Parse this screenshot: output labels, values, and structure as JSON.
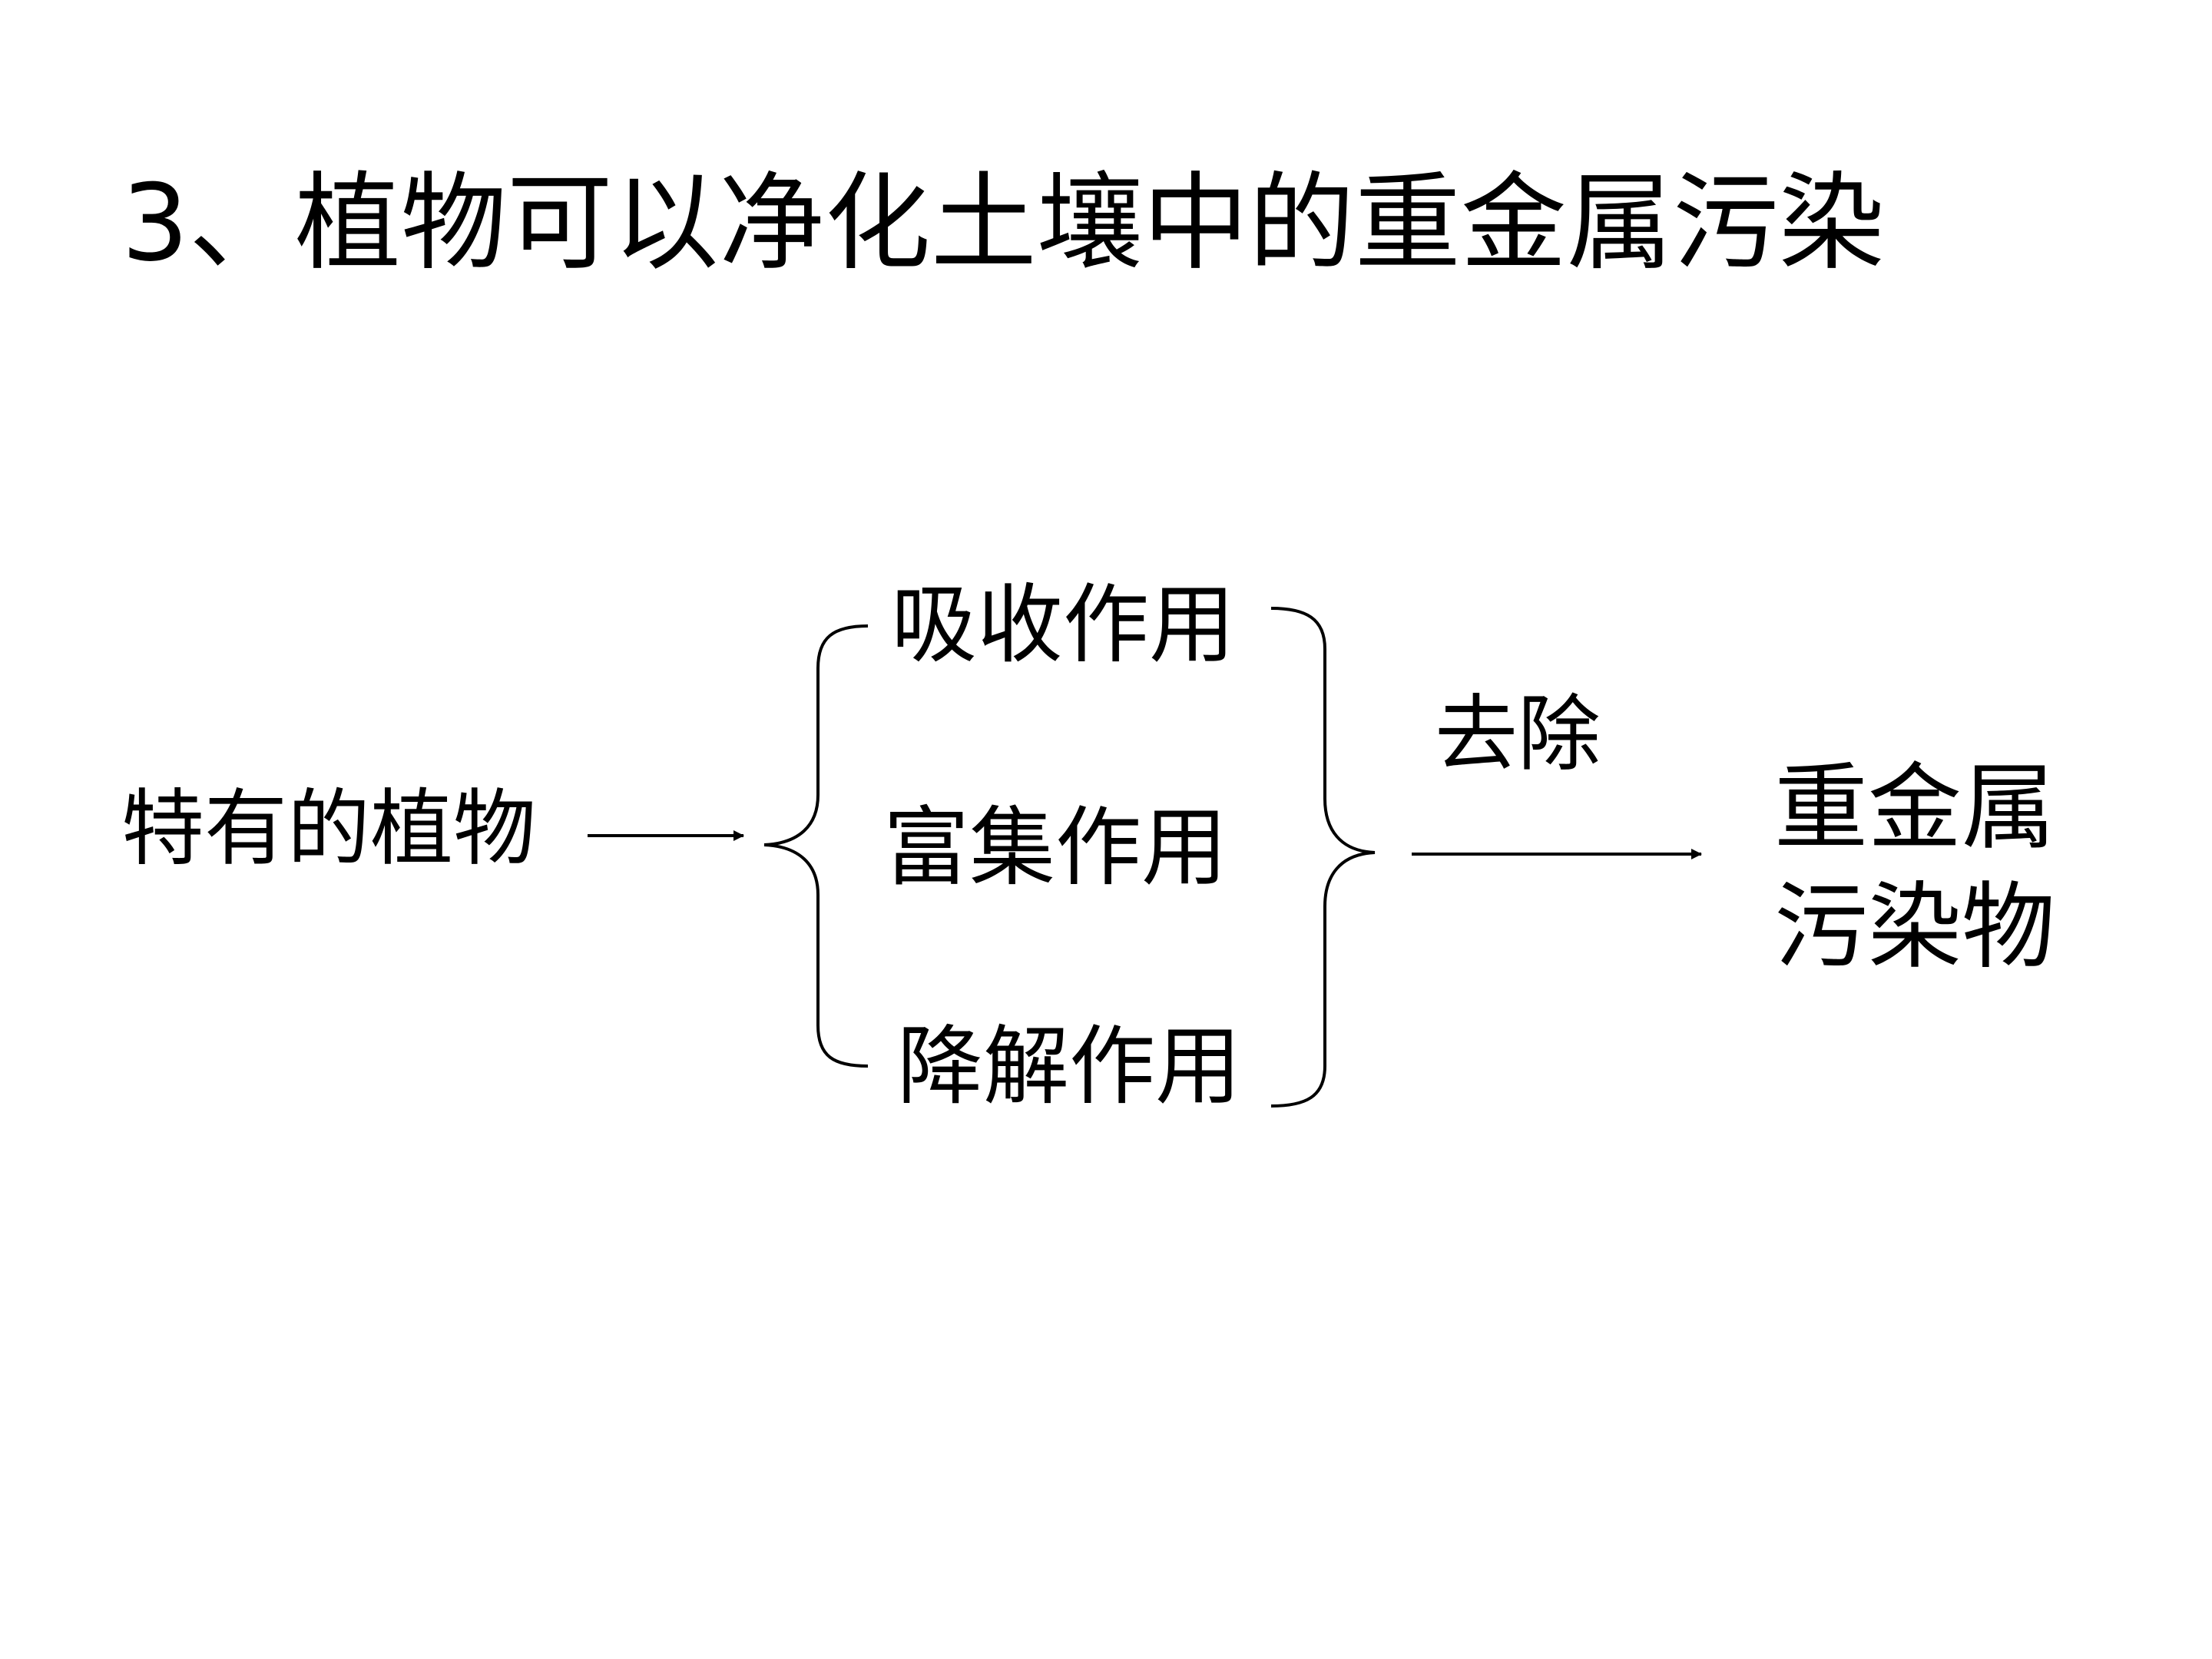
{
  "title": "3、植物可以净化土壤中的重金属污染",
  "diagram": {
    "source": "特有的植物",
    "processes": [
      "吸收作用",
      "富集作用",
      "降解作用"
    ],
    "action": "去除",
    "target_line1": "重金属",
    "target_line2": "污染物"
  }
}
